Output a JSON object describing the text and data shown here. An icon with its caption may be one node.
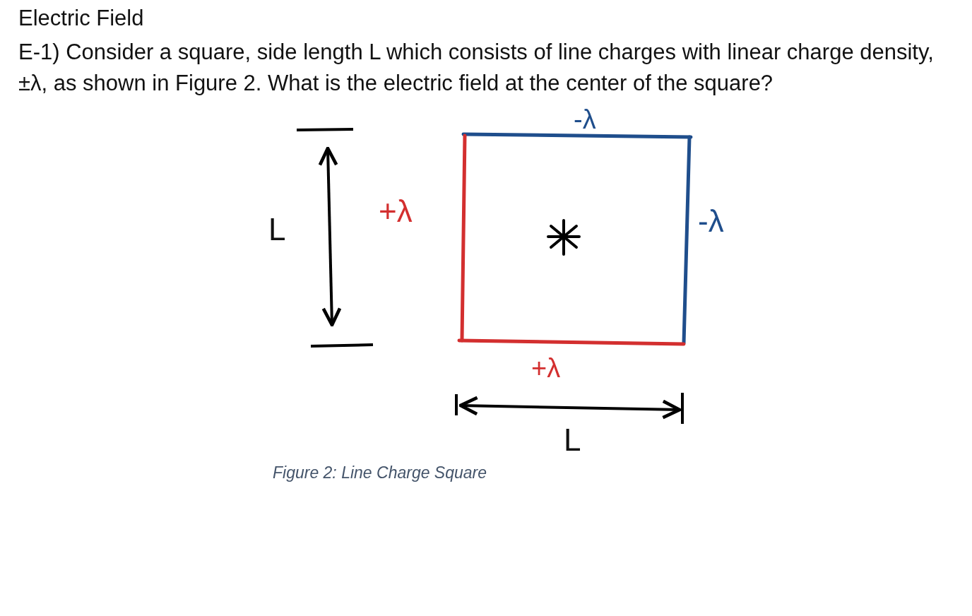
{
  "diagram": {
    "title": "Electric Field",
    "caption": "Figure 2: Line Charge Square",
    "labels": [
      "E-1) Consider a square, side length L which consists of line charges with linear charge density,±λ, as shown in Figure 2. What is the electric field at the center of the square?",
      "-λ",
      "L",
      "+λ",
      "-λ",
      "+λ",
      "L"
    ]
  }
}
